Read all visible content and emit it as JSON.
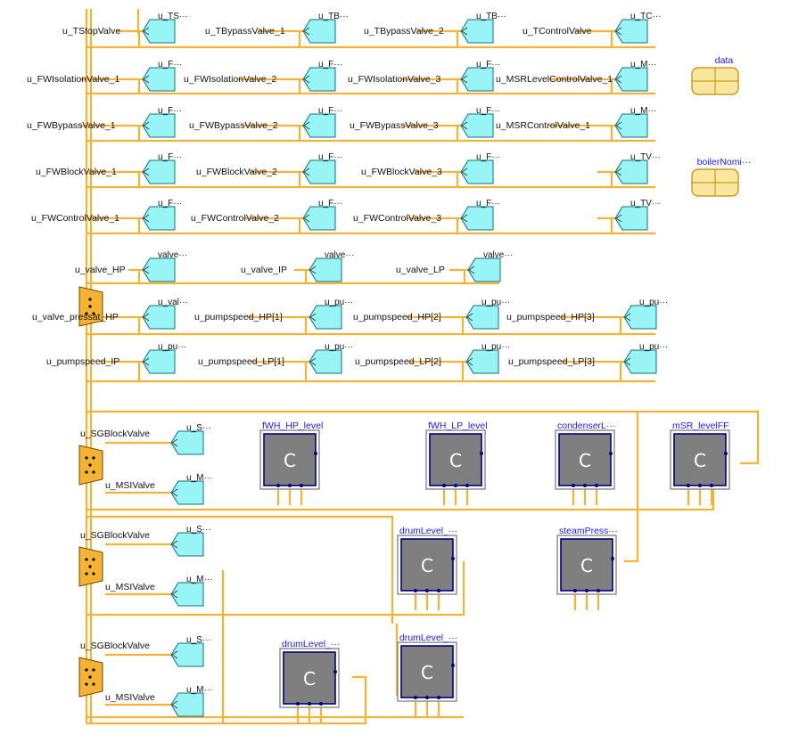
{
  "colors": {
    "wire": "#f5b335",
    "outport": "#99f5f5",
    "outport_stroke": "#136f7a",
    "bus": "#f5b335",
    "bus_stroke": "#6b4a00",
    "record": "#f9e79f",
    "record_stroke": "#c58a00",
    "controller": "#7f7f7f",
    "controller_frame": "#000080",
    "title": "#0000ff"
  },
  "records": [
    {
      "name": "data"
    },
    {
      "name": "boilerNomi···"
    }
  ],
  "rows": [
    {
      "items": [
        {
          "label": "u_TStopValve",
          "port": "u_TS···"
        },
        {
          "label": "u_TBypassValve_1",
          "port": "u_TB···"
        },
        {
          "label": "u_TBypassValve_2",
          "port": "u_TB···"
        },
        {
          "label": "u_TControlValve",
          "port": "u_TC···"
        }
      ]
    },
    {
      "items": [
        {
          "label": "u_FWIsolationValve_1",
          "port": "u_F···"
        },
        {
          "label": "u_FWIsolationValve_2",
          "port": "u_F···"
        },
        {
          "label": "u_FWIsolationValve_3",
          "port": "u_F···"
        },
        {
          "label": "u_MSRLevelControlValve_1",
          "port": "u_M···"
        }
      ]
    },
    {
      "items": [
        {
          "label": "u_FWBypassValve_1",
          "port": "u_F···"
        },
        {
          "label": "u_FWBypassValve_2",
          "port": "u_F···"
        },
        {
          "label": "u_FWBypassValve_3",
          "port": "u_F···"
        },
        {
          "label": "u_MSRControlValve_1",
          "port": "u_M···"
        }
      ]
    },
    {
      "items": [
        {
          "label": "u_FWBlockValve_1",
          "port": "u_F···"
        },
        {
          "label": "u_FWBlockValve_2",
          "port": "u_F···"
        },
        {
          "label": "u_FWBlockValve_3",
          "port": "u_F···"
        },
        {
          "label": "",
          "port": "u_TV···"
        }
      ]
    },
    {
      "items": [
        {
          "label": "u_FWControlValve_1",
          "port": "u_F···"
        },
        {
          "label": "u_FWControlValve_2",
          "port": "u_F···"
        },
        {
          "label": "u_FWControlValve_3",
          "port": "u_F···"
        },
        {
          "label": "",
          "port": "u_TV···"
        }
      ]
    },
    {
      "items": [
        {
          "label": "u_valve_HP",
          "port": "valve···"
        },
        {
          "label": "u_valve_IP",
          "port": "valve···"
        },
        {
          "label": "u_valve_LP",
          "port": "valve···"
        }
      ]
    },
    {
      "items": [
        {
          "label": "u_valve_pressat_HP",
          "port": "u_val···"
        },
        {
          "label": "u_pumpspeed_HP[1]",
          "port": "u_pu···"
        },
        {
          "label": "u_pumpspeed_HP[2]",
          "port": "u_pu···"
        },
        {
          "label": "u_pumpspeed_HP[3]",
          "port": "u_pu···"
        }
      ]
    },
    {
      "items": [
        {
          "label": "u_pumpspeed_IP",
          "port": "u_pu···"
        },
        {
          "label": "u_pumpspeed_LP[1]",
          "port": "u_pu···"
        },
        {
          "label": "u_pumpspeed_LP[2]",
          "port": "u_pu···"
        },
        {
          "label": "u_pumpspeed_LP[3]",
          "port": "u_pu···"
        }
      ]
    }
  ],
  "sg_groups": [
    {
      "block_label": "u_SGBlockValve",
      "block_port": "u_S···",
      "msi_label": "u_MSIValve",
      "msi_port": "u_M···"
    },
    {
      "block_label": "u_SGBlockValve",
      "block_port": "u_S···",
      "msi_label": "u_MSIValve",
      "msi_port": "u_M···"
    },
    {
      "block_label": "u_SGBlockValve",
      "block_port": "u_S···",
      "msi_label": "u_MSIValve",
      "msi_port": "u_M···"
    }
  ],
  "controllers": [
    {
      "name": "fWH_HP_level",
      "glyph": "C"
    },
    {
      "name": "fWH_LP_level",
      "glyph": "C"
    },
    {
      "name": "condenserL···",
      "glyph": "C"
    },
    {
      "name": "mSR_levelFF",
      "glyph": "C"
    },
    {
      "name": "drumLevel_···",
      "glyph": "C"
    },
    {
      "name": "steamPress···",
      "glyph": "C"
    },
    {
      "name": "drumLevel_···",
      "glyph": "C"
    },
    {
      "name": "drumLevel_···",
      "glyph": "C"
    }
  ]
}
